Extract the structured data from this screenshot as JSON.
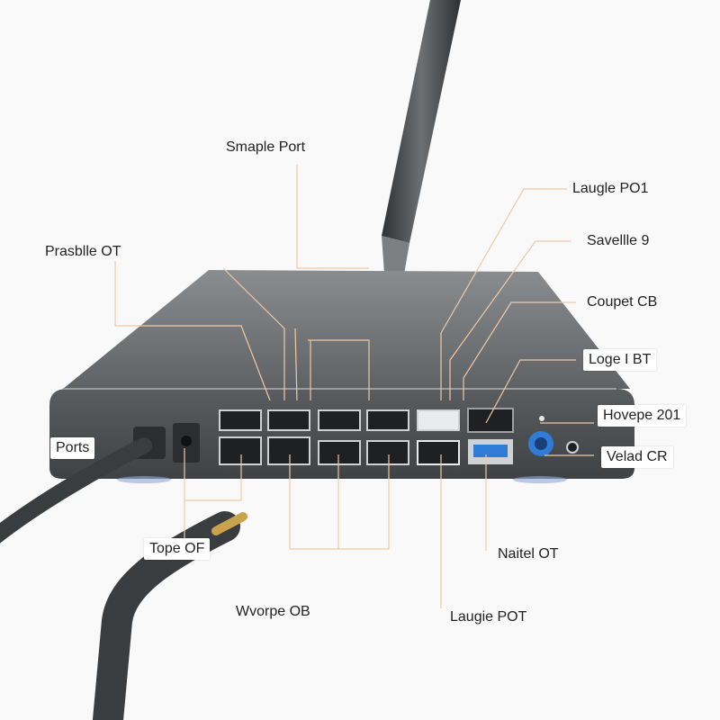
{
  "labels": {
    "smaple_port": "Smaple Port",
    "prasblle_ot": "Prasblle OT",
    "langle_po1": "Laugle PO1",
    "savellle_9": "Savellle 9",
    "coupet_cb": "Coupet CB",
    "loge_bt": "Loge I BT",
    "hovepe_201": "Hovepe 201",
    "ports": "Ports",
    "velad_cr": "Velad CR",
    "tope_of": "Tope OF",
    "naitel_ot": "Naitel OT",
    "wvorpe_ob": "Wvorpe OB",
    "laugie_pot": "Laugie POT"
  },
  "colors": {
    "leader_line": "#f0c9a4",
    "device_body": "#6f7274",
    "device_front": "#4b4e50",
    "port_blue": "#2f7bd6",
    "cable": "#3a3d3f"
  }
}
